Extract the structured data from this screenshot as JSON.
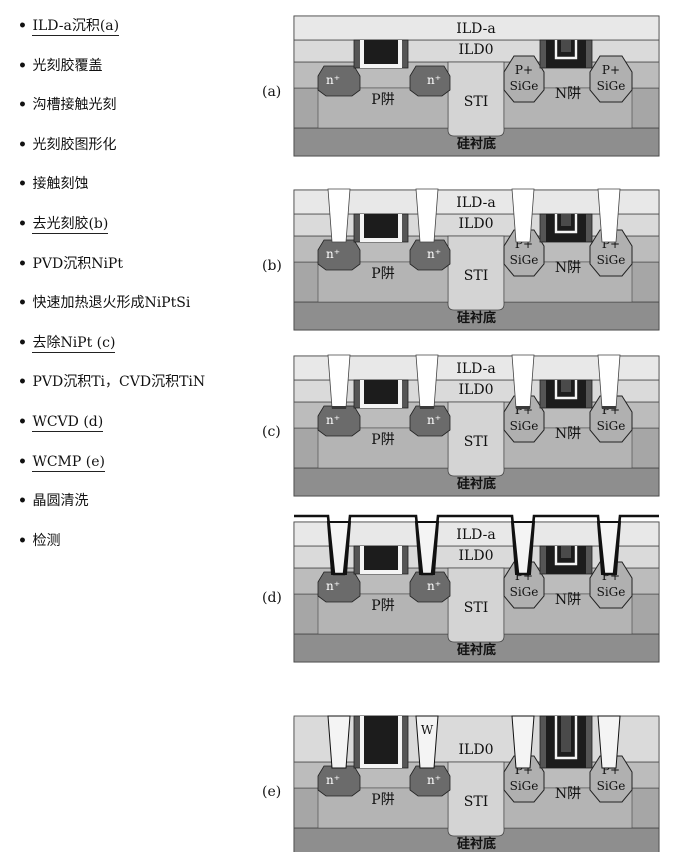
{
  "process_steps": [
    {
      "dot": "•",
      "text": "ILD-a沉积(a)",
      "underlined": true
    },
    {
      "dot": "•",
      "text": "光刻胶覆盖",
      "underlined": false
    },
    {
      "dot": "•",
      "text": "沟槽接触光刻",
      "underlined": false
    },
    {
      "dot": "•",
      "text": "光刻胶图形化",
      "underlined": false
    },
    {
      "dot": "•",
      "text": "接触刻蚀",
      "underlined": false
    },
    {
      "dot": "•",
      "text": "去光刻胶(b)",
      "underlined": true
    },
    {
      "dot": "•",
      "text": "PVD沉积NiPt",
      "underlined": false
    },
    {
      "dot": "•",
      "text": "快速加热退火形成NiPtSi",
      "underlined": false
    },
    {
      "dot": "•",
      "text": "去除NiPt (c)",
      "underlined": true
    },
    {
      "dot": "•",
      "text": "PVD沉积Ti，CVD沉积TiN",
      "underlined": false
    },
    {
      "dot": "•",
      "text": "WCVD (d)",
      "underlined": true
    },
    {
      "dot": "•",
      "text": "WCMP (e)",
      "underlined": true
    },
    {
      "dot": "•",
      "text": "晶圆清洗",
      "underlined": false
    },
    {
      "dot": "•",
      "text": "检测",
      "underlined": false
    }
  ],
  "panels": [
    {
      "label": "(a)",
      "stage": "a"
    },
    {
      "label": "(b)",
      "stage": "b"
    },
    {
      "label": "(c)",
      "stage": "c"
    },
    {
      "label": "(d)",
      "stage": "d"
    },
    {
      "label": "(e)",
      "stage": "e"
    }
  ],
  "diagram_labels": {
    "ild_a": "ILD-a",
    "ild0": "ILD0",
    "n_plus": "n⁺",
    "p_well": "P阱",
    "n_well": "N阱",
    "sti": "STI",
    "p_plus": "P+",
    "sige": "SiGe",
    "substrate": "硅衬底",
    "tungsten": "W"
  },
  "colors": {
    "ild_a": "#e8e8e8",
    "ild0": "#dadada",
    "active": "#bcbcbc",
    "well": "#a6a6a6",
    "substrate": "#8e8e8e",
    "gate": "#1c1c1c",
    "spacer": "#555555",
    "epi": "#6b6b6b",
    "sige": "#b0b0b0",
    "sti": "#d4d4d4",
    "silicide": "#3a3a3a",
    "tungsten": "#f4f4f4"
  }
}
